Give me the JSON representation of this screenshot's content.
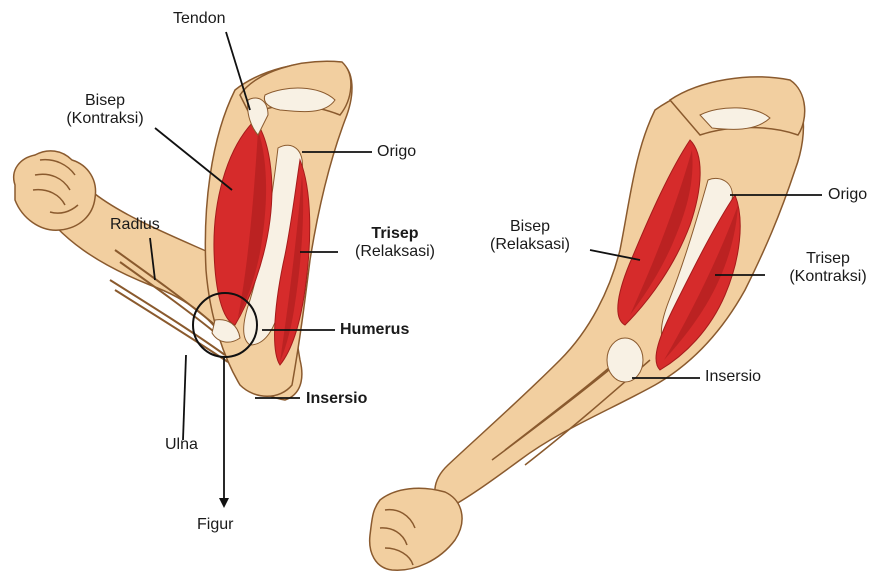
{
  "colors": {
    "skin": "#f2cfa0",
    "skin_shadow": "#e3b27a",
    "skin_outline": "#8a5a2e",
    "muscle": "#d62b2b",
    "muscle_dark": "#a61b1b",
    "bone": "#f8f1e4",
    "line": "#111111"
  },
  "left_arm": {
    "tendon": "Tendon",
    "bisep_line1": "Bisep",
    "bisep_line2": "(Kontraksi)",
    "origo": "Origo",
    "radius": "Radius",
    "trisep_line1": "Trisep",
    "trisep_line2": "(Relaksasi)",
    "humerus": "Humerus",
    "insersio": "Insersio",
    "ulna": "Ulna",
    "figur": "Figur"
  },
  "right_arm": {
    "bisep_line1": "Bisep",
    "bisep_line2": "(Relaksasi)",
    "origo": "Origo",
    "trisep_line1": "Trisep",
    "trisep_line2": "(Kontraksi)",
    "insersio": "Insersio"
  }
}
